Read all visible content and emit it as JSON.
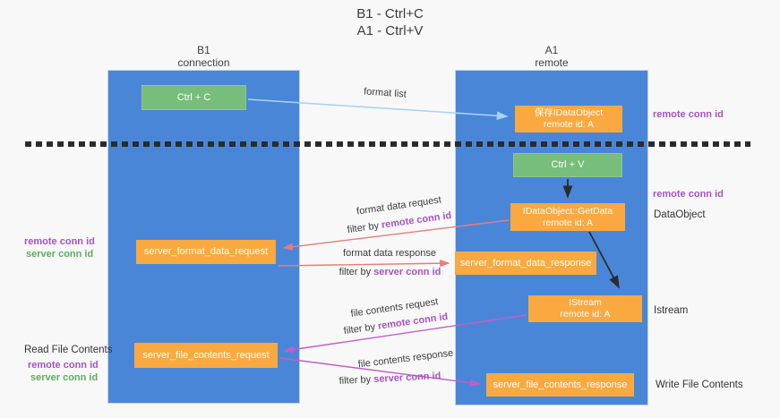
{
  "title": {
    "line1": "B1 - Ctrl+C",
    "line2": "A1 - Ctrl+V"
  },
  "lanes": {
    "left": {
      "name": "B1",
      "type": "connection"
    },
    "right": {
      "name": "A1",
      "type": "remote"
    }
  },
  "boxes": {
    "ctrl_c": {
      "label": "Ctrl + C"
    },
    "ctrl_v": {
      "label": "Ctrl + V"
    },
    "save_dataobject": {
      "line1": "保存IDataObject",
      "line2": "remote id: A"
    },
    "getdata": {
      "line1": "IDataObject::GetData",
      "line2": "remote id: A"
    },
    "istream": {
      "line1": "IStream",
      "line2": "remote id: A"
    },
    "format_request": {
      "label": "server_format_data_request"
    },
    "format_response": {
      "label": "server_format_data_response"
    },
    "file_request": {
      "label": "server_file_contents_request"
    },
    "file_response": {
      "label": "server_file_contents_response"
    }
  },
  "flows": {
    "format_list": {
      "label": "format list"
    },
    "format_request": {
      "label": "format data request",
      "filter_prefix": "filter by ",
      "filter_value": "remote conn id"
    },
    "format_response": {
      "label": "format data response",
      "filter_prefix": "filter by ",
      "filter_value": "server conn id"
    },
    "file_request": {
      "label": "file contents request",
      "filter_prefix": "filter by ",
      "filter_value": "remote conn id"
    },
    "file_response": {
      "label": "file contents response",
      "filter_prefix": "filter by ",
      "filter_value": "server conn id"
    }
  },
  "annotations": {
    "remote_conn_id_top": "remote conn id",
    "remote_conn_id_mid": "remote conn id",
    "dataobject": "DataObject",
    "istream": "Istream",
    "write_file": "Write File Contents",
    "left_remote_1": "remote conn id",
    "left_server_1": "server conn id",
    "read_file": "Read File Contents",
    "left_remote_2": "remote conn id",
    "left_server_2": "server conn id"
  },
  "colors": {
    "lane_blue": "#4a86d8",
    "box_orange": "#f9a93f",
    "box_green": "#77bd7b",
    "arrow_lightblue": "#a6d3f2",
    "arrow_red": "#e87c7c",
    "arrow_magenta": "#c45ec4",
    "text_purple": "#a653c1",
    "text_green": "#5cad5f",
    "dash_black": "#2b2b2b"
  }
}
